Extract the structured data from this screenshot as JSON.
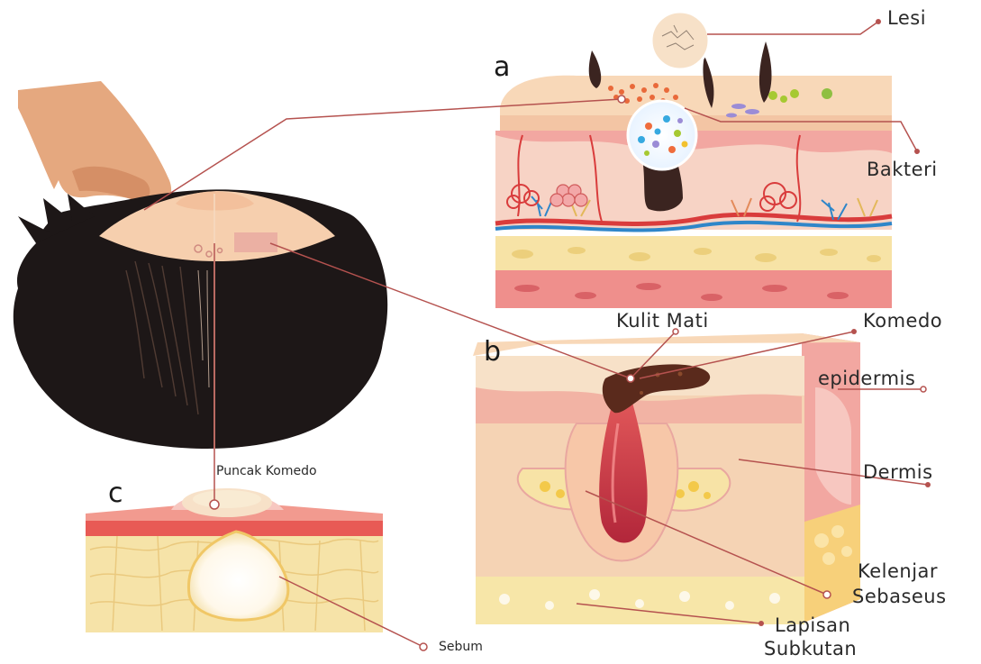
{
  "panels": {
    "a": "a",
    "b": "b",
    "c": "c"
  },
  "labels": {
    "lesi": "Lesi",
    "bakteri": "Bakteri",
    "kulit_mati": "Kulit Mati",
    "komedo": "Komedo",
    "epidermis": "epidermis",
    "dermis": "Dermis",
    "kelenjar_line1": "Kelenjar",
    "kelenjar_line2": "Sebaseus",
    "lapisan_line1": "Lapisan",
    "lapisan_line2": "Subkutan",
    "puncak_komedo": "Puncak Komedo",
    "sebum": "Sebum"
  },
  "colors": {
    "leader_line": "#b5524f",
    "skin": "#f6cfae",
    "hair": "#1d1717",
    "dermis_pink": "#f2a7a1",
    "fat_yellow": "#f7e3a6",
    "follicle_red": "#c63a3f",
    "comedo_brown": "#5a2a1c"
  }
}
